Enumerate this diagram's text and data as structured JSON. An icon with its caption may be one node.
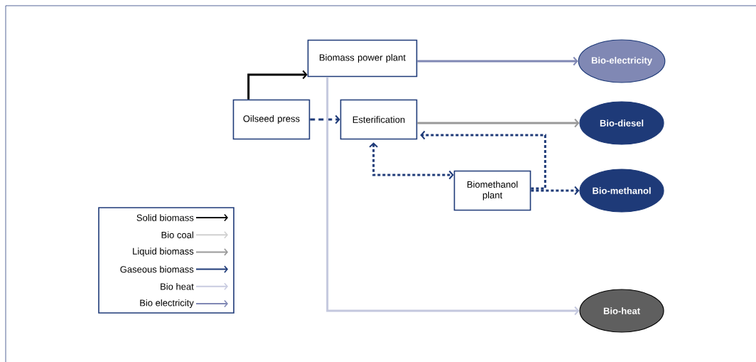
{
  "diagram": {
    "nodes": [
      {
        "text": [
          "Biomass power plant"
        ]
      },
      {
        "text": [
          "Oilseed press"
        ]
      },
      {
        "text": [
          "Esterification"
        ]
      },
      {
        "text": [
          "Biomethanol plant"
        ]
      },
      {
        "text": [
          "Bio-electricity"
        ]
      },
      {
        "text": [
          "Bio-diesel"
        ]
      },
      {
        "text": [
          "Bio-methanol"
        ]
      },
      {
        "text": [
          "Bio-heat"
        ]
      }
    ],
    "edges": [
      {
        "from": 1,
        "to": 0,
        "arrow": "to",
        "color": "#000000"
      },
      {
        "from": 1,
        "to": 2,
        "arrow": "to",
        "style": "dashed",
        "color": "#1e3a78"
      },
      {
        "from": 0,
        "to": 4,
        "arrow": "to",
        "color": "#8088b4"
      },
      {
        "from": 0,
        "to": 7,
        "arrow": "to",
        "color": "#c4c8de"
      },
      {
        "from": 2,
        "to": 5,
        "arrow": "to",
        "color": "#999999"
      },
      {
        "from": 2,
        "to": 3,
        "arrow": "both",
        "style": "dashed",
        "color": "#1e3a78"
      },
      {
        "from": 3,
        "to": 6,
        "arrow": "to",
        "style": "dashed",
        "color": "#1e3a78"
      },
      {
        "from": 3,
        "to": 2,
        "arrow": "to",
        "style": "dashed",
        "color": "#1e3a78"
      }
    ],
    "legend": [
      {
        "text": "Solid biomass"
      },
      {
        "text": "Bio coal"
      },
      {
        "text": "Liquid biomass"
      },
      {
        "text": "Gaseous biomass"
      },
      {
        "text": "Bio heat"
      },
      {
        "text": "Bio electricity"
      }
    ]
  }
}
